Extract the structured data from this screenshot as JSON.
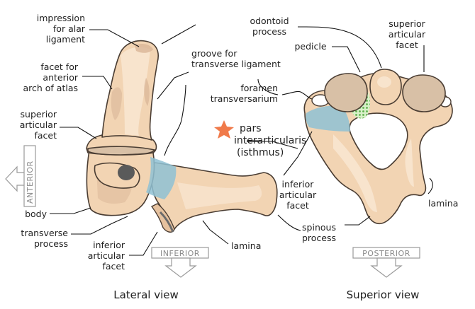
{
  "captions": {
    "lateral": "Lateral view",
    "superior": "Superior view"
  },
  "directions": {
    "anterior": "ANTERIOR",
    "inferior": "INFERIOR",
    "posterior": "POSTERIOR"
  },
  "labels": {
    "impression_alar": [
      "impression",
      "for alar",
      "ligament"
    ],
    "facet_anterior_arch": [
      "facet for",
      "anterior",
      "arch of atlas"
    ],
    "superior_articular_facet_left": [
      "superior",
      "articular",
      "facet"
    ],
    "body": "body",
    "transverse_process": [
      "transverse",
      "process"
    ],
    "inferior_articular_facet_left": [
      "inferior",
      "articular",
      "facet"
    ],
    "lamina_left": "lamina",
    "groove_transverse": [
      "groove for",
      "transverse ligament"
    ],
    "foramen_transversarium": [
      "foramen",
      "transversarium"
    ],
    "pars": [
      "pars",
      "interarticularis",
      "(isthmus)"
    ],
    "odontoid": [
      "odontoid",
      "process"
    ],
    "pedicle": "pedicle",
    "superior_articular_facet_right": [
      "superior",
      "articular",
      "facet"
    ],
    "inferior_articular_facet_right": [
      "inferior",
      "articular",
      "facet"
    ],
    "lamina_right": "lamina",
    "spinous_process": [
      "spinous",
      "process"
    ]
  },
  "colors": {
    "bone": "#f2d4b3",
    "isthmus": "#8fc1d4",
    "pedicle": "#7cc36a",
    "star": "#f07a4a"
  },
  "icons": [
    "star-icon",
    "anterior-arrow-icon",
    "inferior-arrow-icon",
    "posterior-arrow-icon"
  ]
}
